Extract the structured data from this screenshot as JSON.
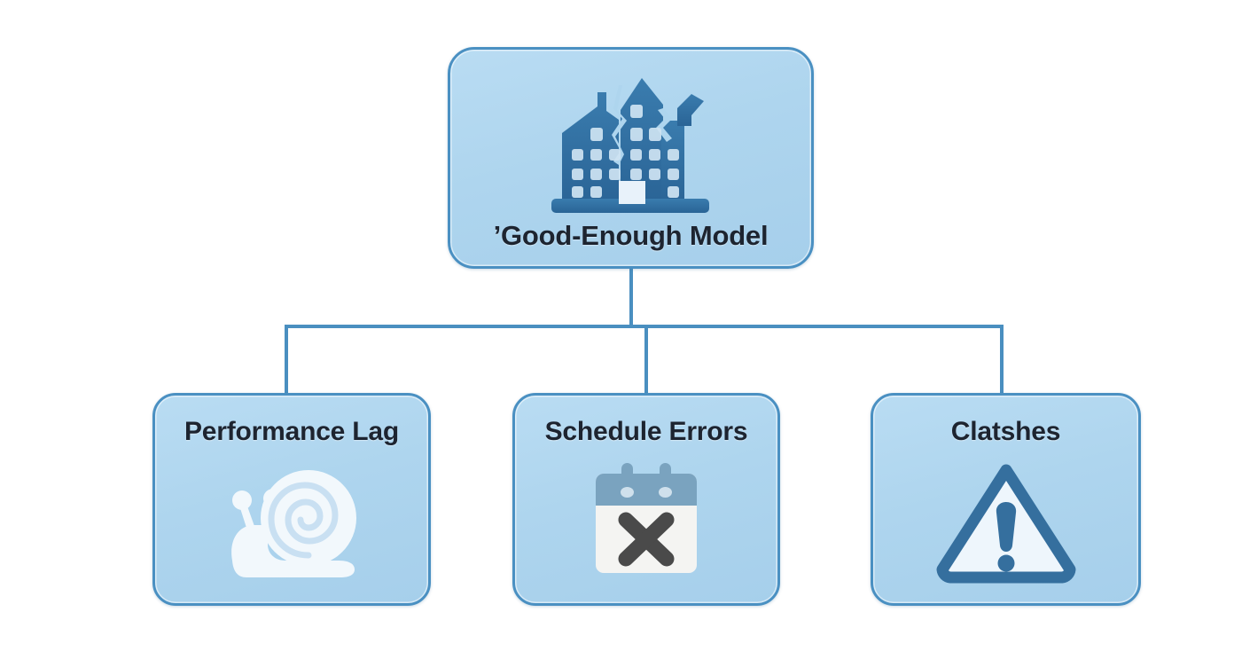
{
  "diagram": {
    "type": "hierarchy-tree",
    "background_color": "#ffffff",
    "orientation": "top-down",
    "root": {
      "label": "’Good-Enough Model",
      "icon": "cracked-building-icon",
      "fill_color": "#aed5ee",
      "border_color": "#4a90c2",
      "text_color": "#1d2430"
    },
    "connector": {
      "color": "#4a8fc0",
      "stroke_width": 4,
      "style": "orthogonal-elbow"
    },
    "children": [
      {
        "label": "Performance Lag",
        "icon": "snail-icon",
        "icon_color": "#f2f8fc",
        "fill_color": "#aed5ee",
        "border_color": "#4a90c2",
        "text_color": "#1d2430"
      },
      {
        "label": "Schedule Errors",
        "icon": "calendar-x-icon",
        "icon_color": "#f4f4f2",
        "fill_color": "#aed5ee",
        "border_color": "#4a90c2",
        "text_color": "#1d2430"
      },
      {
        "label": "Clatshes",
        "icon": "warning-triangle-icon",
        "icon_color": "#356f9e",
        "fill_color": "#aed5ee",
        "border_color": "#4a90c2",
        "text_color": "#1d2430"
      }
    ]
  }
}
